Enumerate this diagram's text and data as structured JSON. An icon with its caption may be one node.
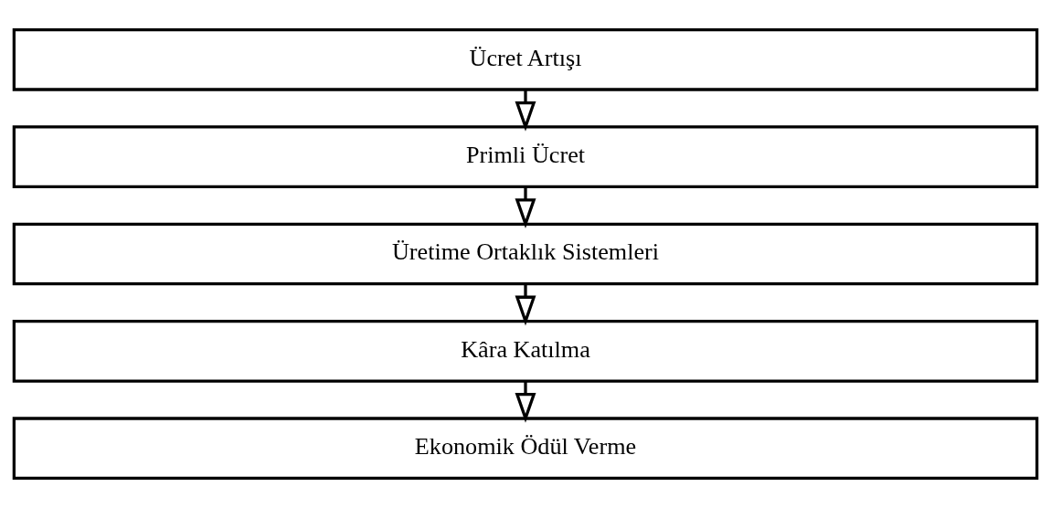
{
  "diagram": {
    "nodes": [
      {
        "text": [
          "Ücret Artışı"
        ]
      },
      {
        "text": [
          "Primli Ücret"
        ]
      },
      {
        "text": [
          "Üretime Ortaklık Sistemleri"
        ]
      },
      {
        "text": [
          "Kâra Katılma"
        ]
      },
      {
        "text": [
          "Ekonomik Ödül Verme"
        ]
      }
    ],
    "edges": [
      {
        "from": 0,
        "to": 1,
        "arrow": "to"
      },
      {
        "from": 1,
        "to": 2,
        "arrow": "to"
      },
      {
        "from": 2,
        "to": 3,
        "arrow": "to"
      },
      {
        "from": 3,
        "to": 4,
        "arrow": "to"
      }
    ]
  }
}
